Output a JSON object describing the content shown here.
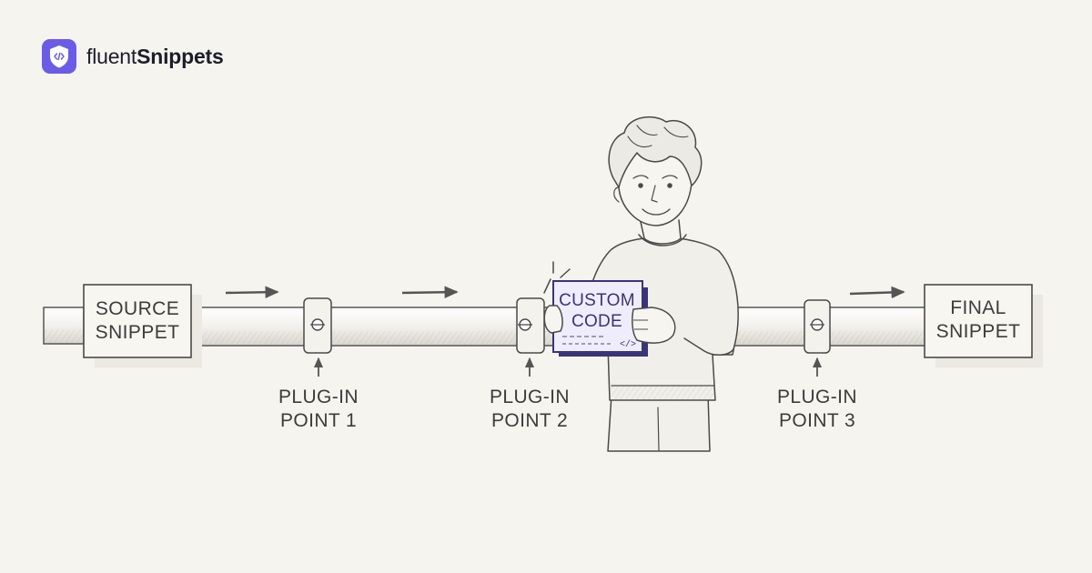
{
  "brand": {
    "name_regular": "fluent",
    "name_bold": "Snippets",
    "accent": "#6b5ce7"
  },
  "pipeline": {
    "source": {
      "line1": "SOURCE",
      "line2": "SNIPPET"
    },
    "final": {
      "line1": "FINAL",
      "line2": "SNIPPET"
    },
    "plug_points": [
      {
        "line1": "PLUG-IN",
        "line2": "POINT 1"
      },
      {
        "line1": "PLUG-IN",
        "line2": "POINT 2"
      },
      {
        "line1": "PLUG-IN",
        "line2": "POINT 3"
      }
    ],
    "custom_code": {
      "line1": "CUSTOM",
      "line2": "CODE",
      "code_hint": "</>",
      "color": "#6b5ce7"
    }
  }
}
